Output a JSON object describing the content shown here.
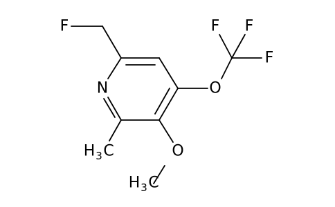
{
  "molecule": {
    "atoms": {
      "fluorine_ch2f": "F",
      "nitrogen": "N",
      "methyl_h": "H",
      "methyl_sub": "3",
      "methyl_c": "C",
      "methoxy_o": "O",
      "methoxy_h": "H",
      "methoxy_sub": "3",
      "methoxy_c": "C",
      "ether_o": "O",
      "cf3_f_top_left": "F",
      "cf3_f_top_right": "F",
      "cf3_f_right": "F"
    }
  }
}
